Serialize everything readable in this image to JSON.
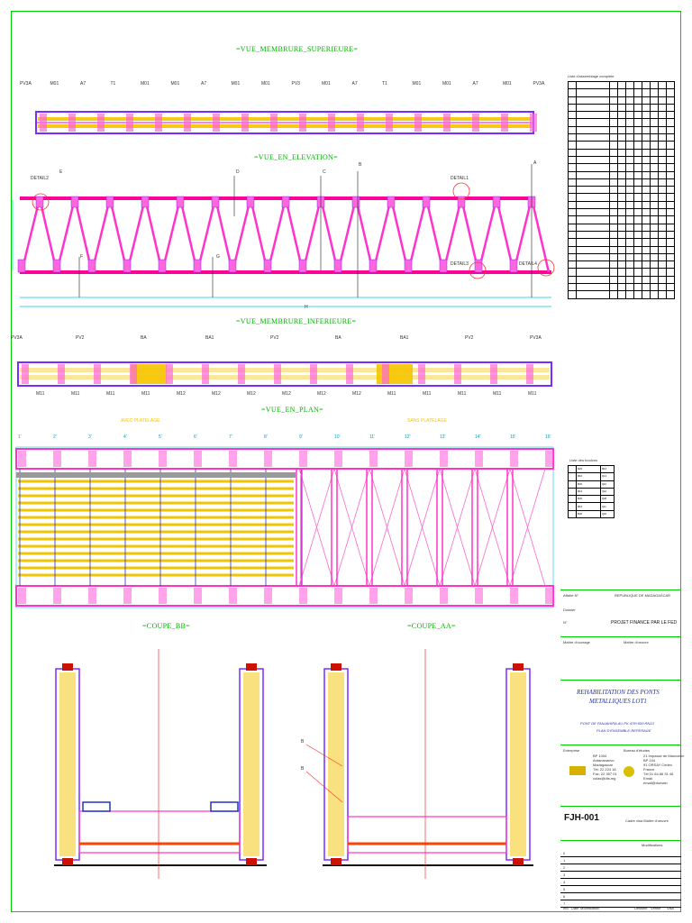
{
  "views": {
    "top_sup": {
      "title": "=VUE_MEMBRURE_SUPERIEURE=",
      "labels": [
        "PV3A",
        "M01",
        "A7",
        "T1",
        "M01",
        "M01",
        "A7",
        "M01",
        "M01",
        "PV3",
        "M01",
        "A7",
        "T1",
        "M01",
        "M01",
        "A7",
        "M01",
        "PV3A"
      ]
    },
    "elevation": {
      "title": "=VUE_EN_ELEVATION=",
      "details": [
        "DETAIL2",
        "DETAIL1",
        "DETAIL3",
        "DETAIL4"
      ],
      "letters": [
        "E",
        "D",
        "C",
        "B",
        "A",
        "F",
        "G",
        "H"
      ]
    },
    "inf": {
      "title": "=VUE_MEMBRURE_INFERIEURE=",
      "labels_top": [
        "PV3A",
        "PV2",
        "BA",
        "BA1",
        "PV2",
        "BA",
        "BA1",
        "PV2",
        "PV3A"
      ],
      "labels_bot": [
        "M11",
        "M11",
        "M11",
        "M11",
        "M12",
        "M12",
        "M12",
        "M12",
        "M12",
        "M12",
        "M11",
        "M11",
        "M11",
        "M11",
        "M11"
      ]
    },
    "plan": {
      "title": "=VUE_EN_PLAN=",
      "left": "AVEC PLATELAGE",
      "right": "SANS PLATELAGE",
      "axes": [
        "1'",
        "2'",
        "3'",
        "4'",
        "5'",
        "6'",
        "7'",
        "8'",
        "9'",
        "10'",
        "11'",
        "12'",
        "13'",
        "14'",
        "15'",
        "16'"
      ]
    },
    "coupe_bb": {
      "title": "=COUPE_BB="
    },
    "coupe_aa": {
      "title": "=COUPE_AA=",
      "refs": [
        "B",
        "B"
      ]
    }
  },
  "bom": {
    "title": "Liste d'assemblage complète",
    "rows": 29
  },
  "bolts": {
    "title": "Liste des boulons",
    "rows": [
      [
        "M20",
        "M16"
      ],
      [
        "M16",
        "Q14"
      ],
      [
        "M20",
        "Q10"
      ],
      [
        "M16",
        "Q42"
      ],
      [
        "M20",
        "Q28"
      ],
      [
        "M16",
        "Q11"
      ],
      [
        "M20",
        "Q40"
      ]
    ]
  },
  "titleblock": {
    "affaire": "Affaire N°",
    "republic": "REPUBLIQUE DE MADAGASCAR",
    "dossier": "Dossier",
    "no": "N°",
    "fed": "PROJET FINANCE PAR LE FED",
    "moa": "Maître d'ouvrage",
    "moe": "Maître d'oeuvre",
    "project1": "REHABILITATION DES PONTS",
    "project2": "METALLIQUES LOT1",
    "sub1": "PONT DE FANJAHIRA AU PK 478+500 RN13",
    "sub2": "PLAN D'ENSEMBLE-REPERAGE",
    "entreprise": "Entreprise",
    "bureau": "Bureau d'études",
    "ent_addr": [
      "BP 1004",
      "Antananarivo",
      "Madagascar",
      "Tél: 22 224 18",
      "Fax: 22 357 01",
      "colas@dts.mg"
    ],
    "bur_addr": [
      "21 Impasse de Mauvoisin",
      "BP 244",
      "91 ORSAY Cedex",
      "France",
      "Tél 01 64 86 31 46",
      "Email",
      "email@domain"
    ],
    "ref": "FJH-001",
    "visa": "Cadre visa Maître d'oeuvre",
    "rev_head": "Modifications",
    "rev_rows": [
      "0",
      "1",
      "2",
      "3",
      "4",
      "5",
      "6",
      "7"
    ],
    "footer": [
      "Ind",
      "Date",
      "Modification",
      "Dessiné",
      "Vérifié",
      "Visa"
    ]
  },
  "colors": {
    "frame": "#00d000",
    "truss": "#ff33cc",
    "chord": "#ff0099",
    "deck": "#f5c400",
    "member": "#7a2bff",
    "dim": "#00c8e0",
    "axis": "#ff3030"
  }
}
